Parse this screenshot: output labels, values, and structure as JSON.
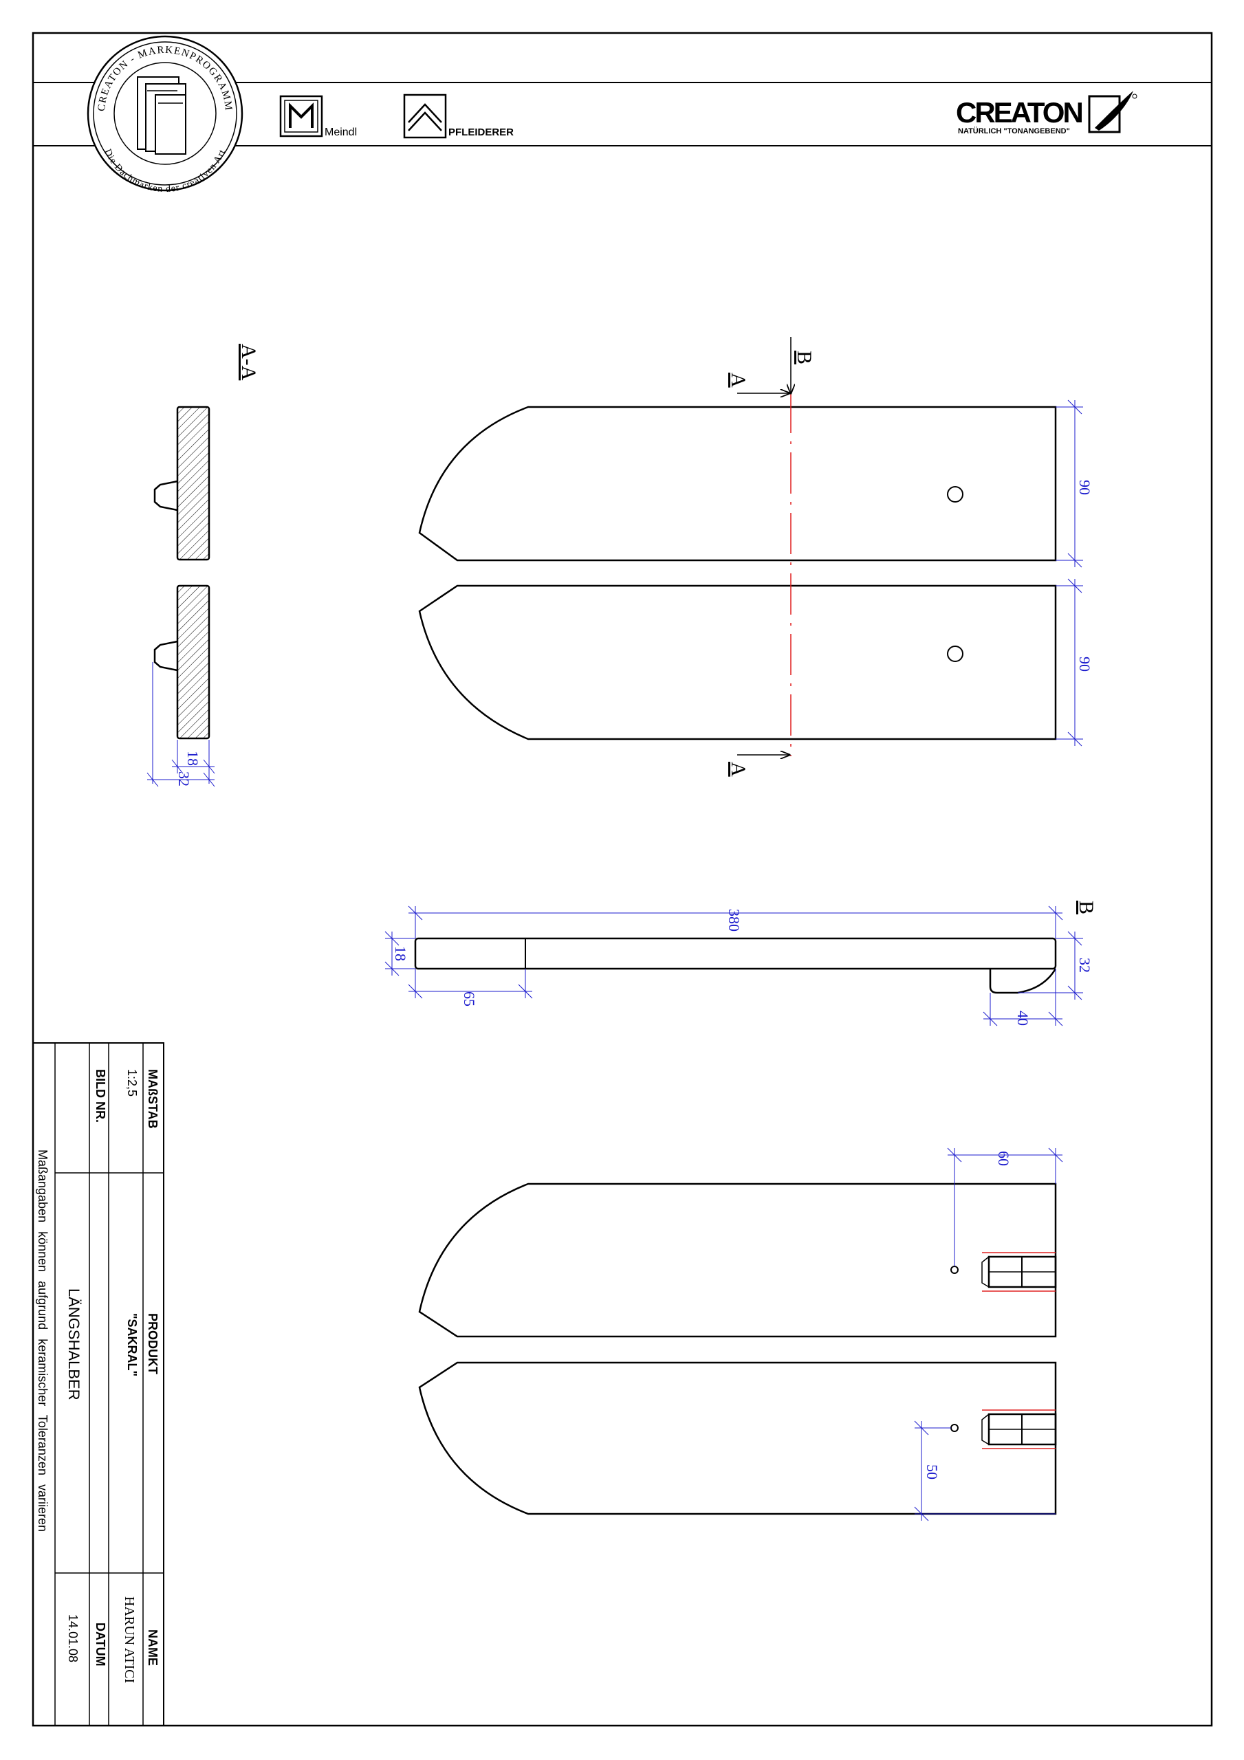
{
  "header": {
    "seal": {
      "top_text": "CREATON - MARKENPROGRAMM",
      "bottom_text": "Die Dachmarken der creativen Art"
    },
    "brand_meindl": "Meindl",
    "brand_pfleiderer": "PFLEIDERER",
    "logo": {
      "name": "CREATON",
      "tagline": "NATÜRLICH \"TONANGEBEND\""
    }
  },
  "section": {
    "aa_title": "A-A",
    "marker_a": "A",
    "marker_b": "B"
  },
  "dimensions": {
    "width_top": "90",
    "width_bottom": "90",
    "sec_thickness": "18",
    "sec_total": "32",
    "length": "380",
    "side_thickness": "18",
    "side_65": "65",
    "side_32": "32",
    "side_40": "40",
    "bottom_60": "60",
    "bottom_50": "50"
  },
  "title_block": {
    "massstab_label": "MAßSTAB",
    "massstab_value": "1:2,5",
    "bild_nr_label": "BILD NR.",
    "produkt_label": "PRODUKT",
    "produkt_value": "\"SAKRAL\"",
    "name_label": "NAME",
    "name_value": "HARUN ATICI",
    "datum_label": "DATUM",
    "datum_value": "14.01.08",
    "part_name": "LÄNGSHALBER",
    "note": "Maßangaben können aufgrund keramischer Toleranzen variieren"
  },
  "colors": {
    "dimension": "#1a1acc",
    "centerline": "#e02020",
    "outline": "#000000"
  }
}
